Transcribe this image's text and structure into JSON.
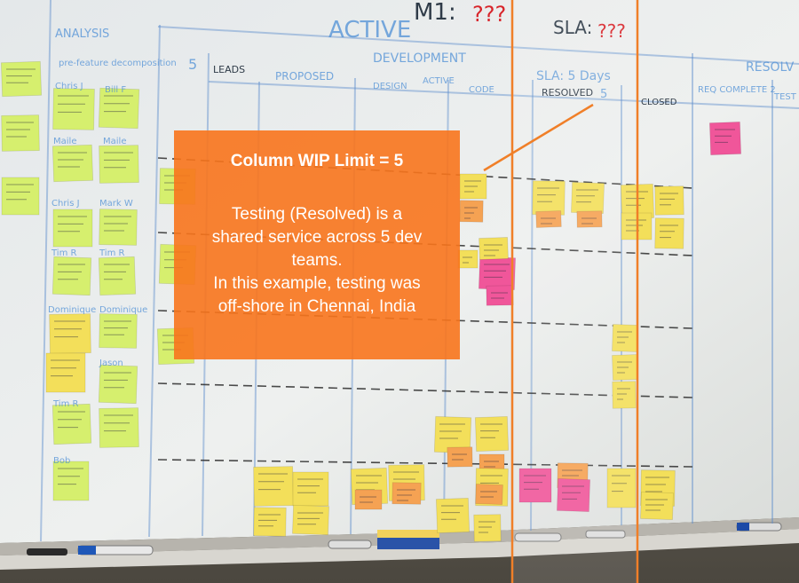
{
  "board": {
    "header_m1": "M1:",
    "header_m1_value": "???",
    "header_sla": "SLA:",
    "header_sla_value": "???",
    "header_active": "ACTIVE",
    "analysis_label": "ANALYSIS",
    "analysis_sub": "pre-feature decomposition",
    "development_label": "DEVELOPMENT",
    "sla_5_days": "SLA: 5 Days",
    "leads_label": "LEADS",
    "proposed_label": "PROPOSED",
    "design_label": "DESIGN",
    "active_label": "ACTIVE",
    "code_label": "CODE",
    "resolved_label": "RESOLVED",
    "resolved_limit": "5",
    "closed_label": "CLOSED",
    "req_complete_label": "REQ COMPLETE 2",
    "resolve_label": "RESOLV",
    "test_label": "TEST",
    "row_5_label": "5",
    "names": [
      "Chris J",
      "Bill F",
      "Maile",
      "Maile",
      "Chris J",
      "Mark W",
      "Tim R",
      "Tim R",
      "Dominique",
      "Dominique",
      "Jason",
      "Tim R",
      "Bob"
    ]
  },
  "callout": {
    "title": "Column WIP Limit = 5",
    "line1": "Testing (Resolved) is a",
    "line2": "shared service across 5 dev",
    "line3": "teams.",
    "line4": "In this example, testing was",
    "line5": "off-shore in Chennai, India"
  },
  "colors": {
    "callout_fill": "#f8741c",
    "highlight_line": "#f07f28",
    "sticky_green": "#d6ef6e",
    "sticky_yellow": "#f3df5a",
    "sticky_orange": "#f5a253",
    "sticky_pink": "#f0569a"
  }
}
